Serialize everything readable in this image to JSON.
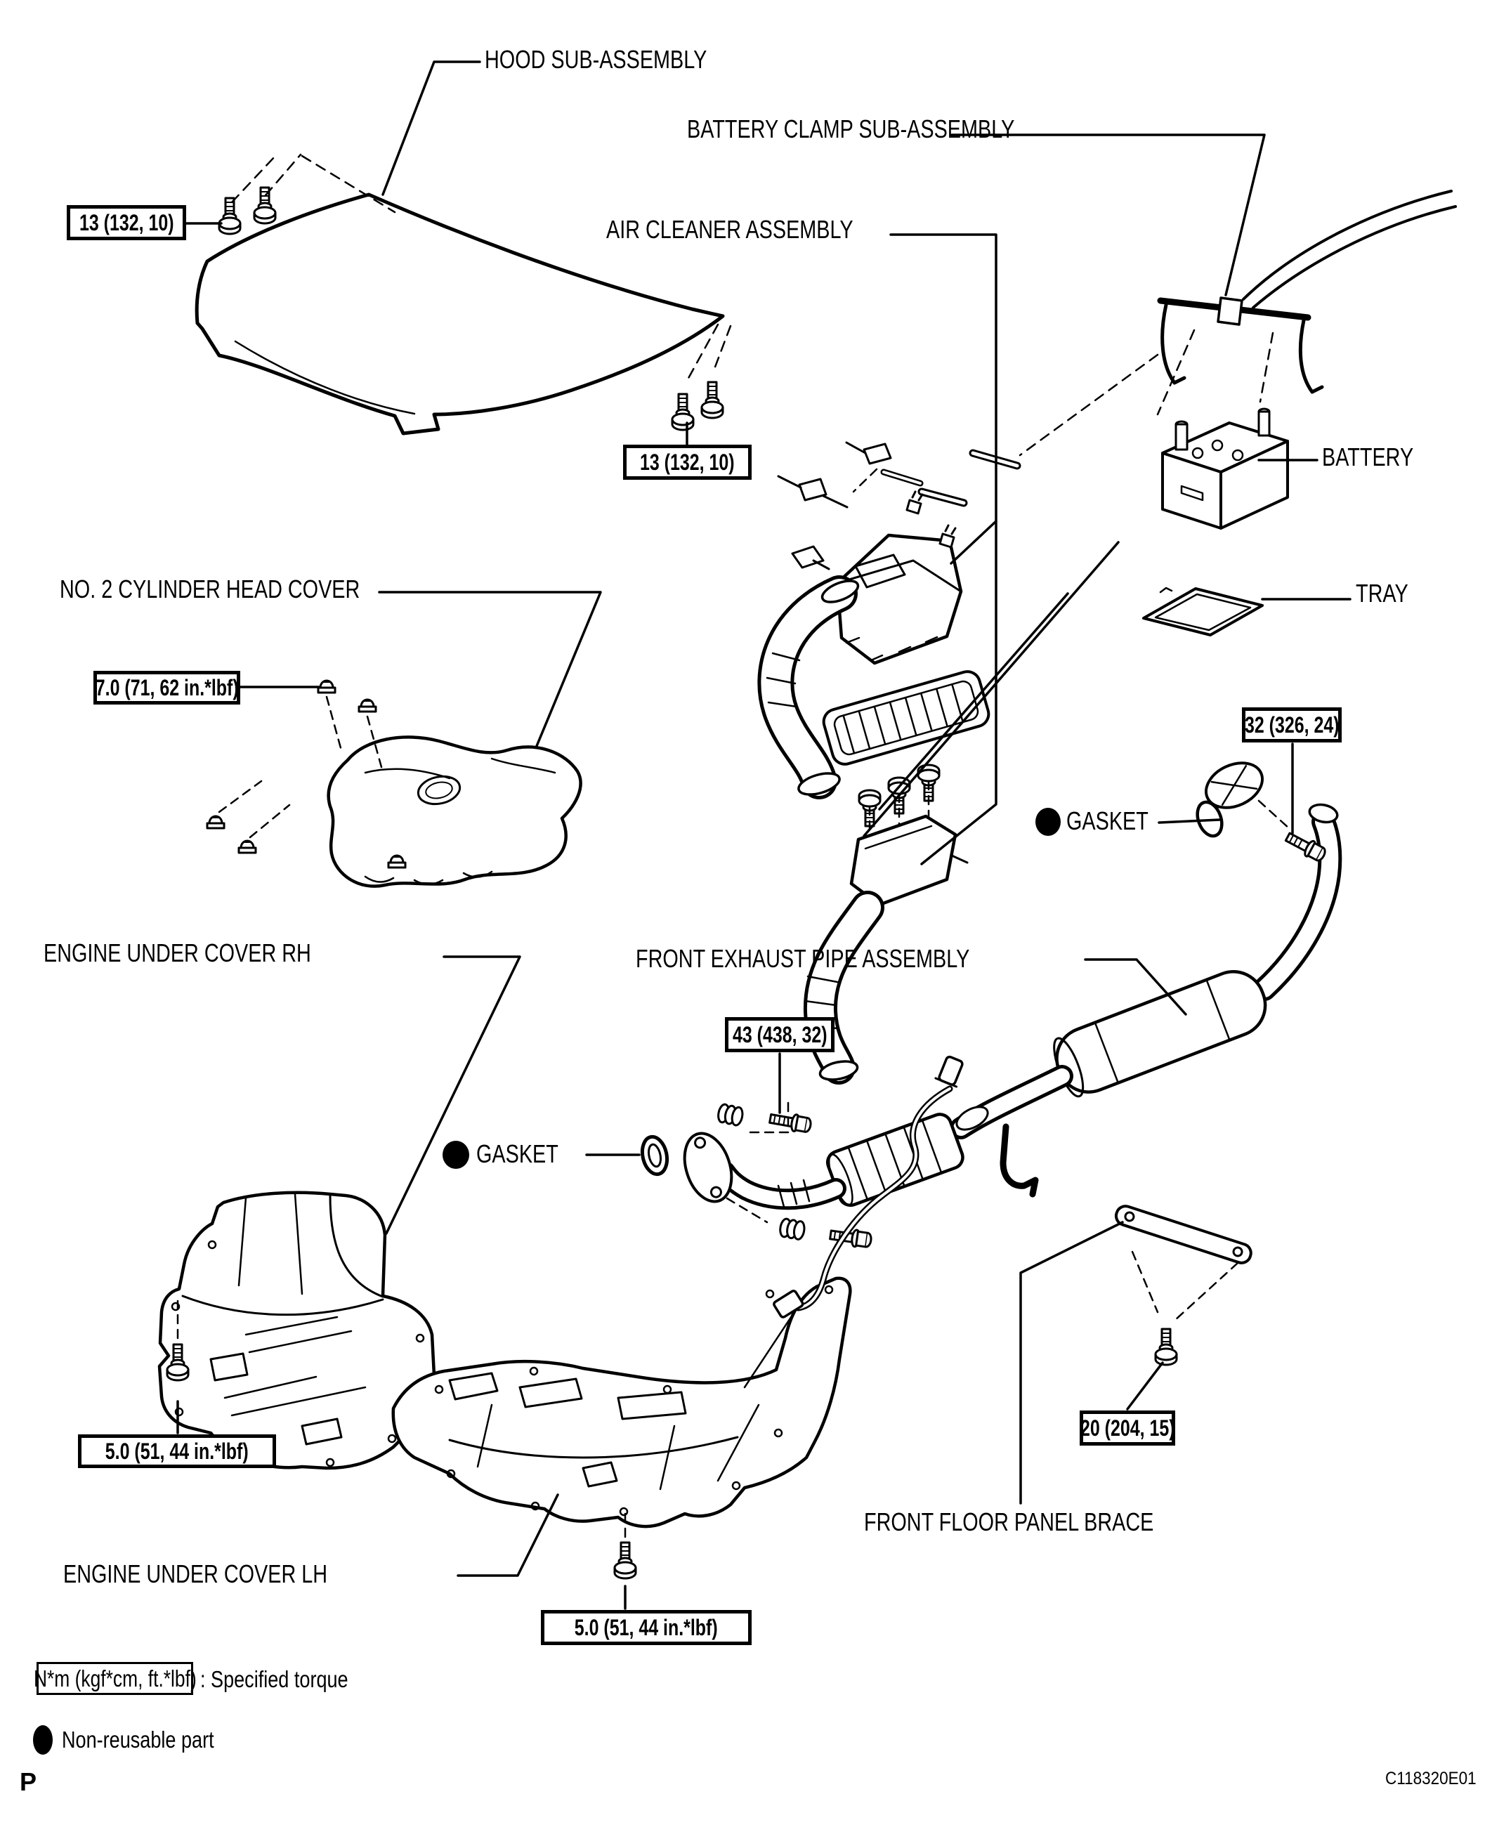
{
  "figure": {
    "code": "C118320E01",
    "page_marker": "P"
  },
  "labels": {
    "hood": "HOOD SUB-ASSEMBLY",
    "battery_clamp": "BATTERY CLAMP SUB-ASSEMBLY",
    "air_cleaner": "AIR CLEANER ASSEMBLY",
    "battery": "BATTERY",
    "tray": "TRAY",
    "cylinder_head_cover": "NO. 2 CYLINDER HEAD COVER",
    "engine_under_cover_rh": "ENGINE UNDER COVER RH",
    "front_exhaust_pipe": "FRONT EXHAUST PIPE ASSEMBLY",
    "gasket_upper": "GASKET",
    "gasket_lower": "GASKET",
    "front_floor_panel_brace": "FRONT FLOOR PANEL BRACE",
    "engine_under_cover_lh": "ENGINE UNDER COVER LH"
  },
  "torques": {
    "hood_hinge_left": "13 (132, 10)",
    "hood_hinge_right": "13 (132, 10)",
    "cylinder_head_cover": "7.0 (71, 62 in.*lbf)",
    "exhaust_rear": "32 (326, 24)",
    "exhaust_front": "43 (438, 32)",
    "under_cover_rh": "5.0 (51, 44 in.*lbf)",
    "floor_brace": "20 (204, 15)",
    "under_cover_lh": "5.0 (51, 44 in.*lbf)"
  },
  "legend": {
    "torque_unit": "N*m (kgf*cm, ft.*lbf)",
    "torque_meaning": ": Specified torque",
    "non_reusable": "Non-reusable part"
  },
  "colors": {
    "ink": "#000000",
    "paper": "#ffffff"
  }
}
